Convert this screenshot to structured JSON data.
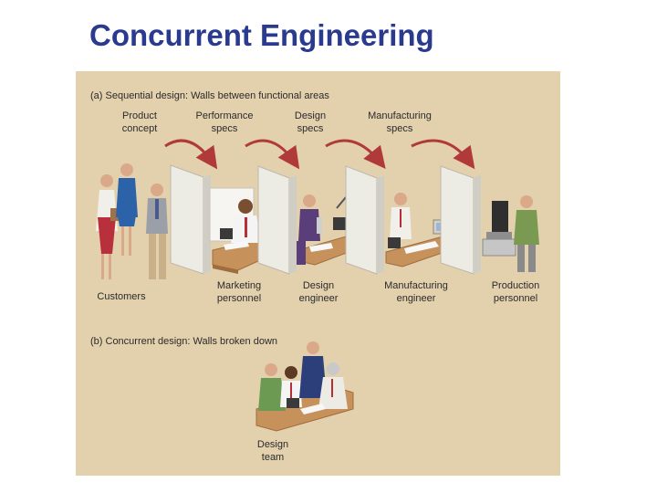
{
  "title": "Concurrent Engineering",
  "figure": {
    "sequential": {
      "caption": "(a) Sequential design: Walls between functional areas",
      "stages": [
        {
          "line1": "Product",
          "line2": "concept"
        },
        {
          "line1": "Performance",
          "line2": "specs"
        },
        {
          "line1": "Design",
          "line2": "specs"
        },
        {
          "line1": "Manufacturing",
          "line2": "specs"
        }
      ],
      "groups": [
        {
          "line1": "Customers",
          "line2": ""
        },
        {
          "line1": "Marketing",
          "line2": "personnel"
        },
        {
          "line1": "Design",
          "line2": "engineer"
        },
        {
          "line1": "Manufacturing",
          "line2": "engineer"
        },
        {
          "line1": "Production",
          "line2": "personnel"
        }
      ]
    },
    "concurrent": {
      "caption": "(b) Concurrent design: Walls broken down",
      "team": {
        "line1": "Design",
        "line2": "team"
      }
    }
  },
  "colors": {
    "title": "#2a3a8f",
    "panel": "#e3d0ad",
    "arrow": "#b03a3a",
    "wall": "#ecebe4",
    "desk": "#c6915a"
  }
}
